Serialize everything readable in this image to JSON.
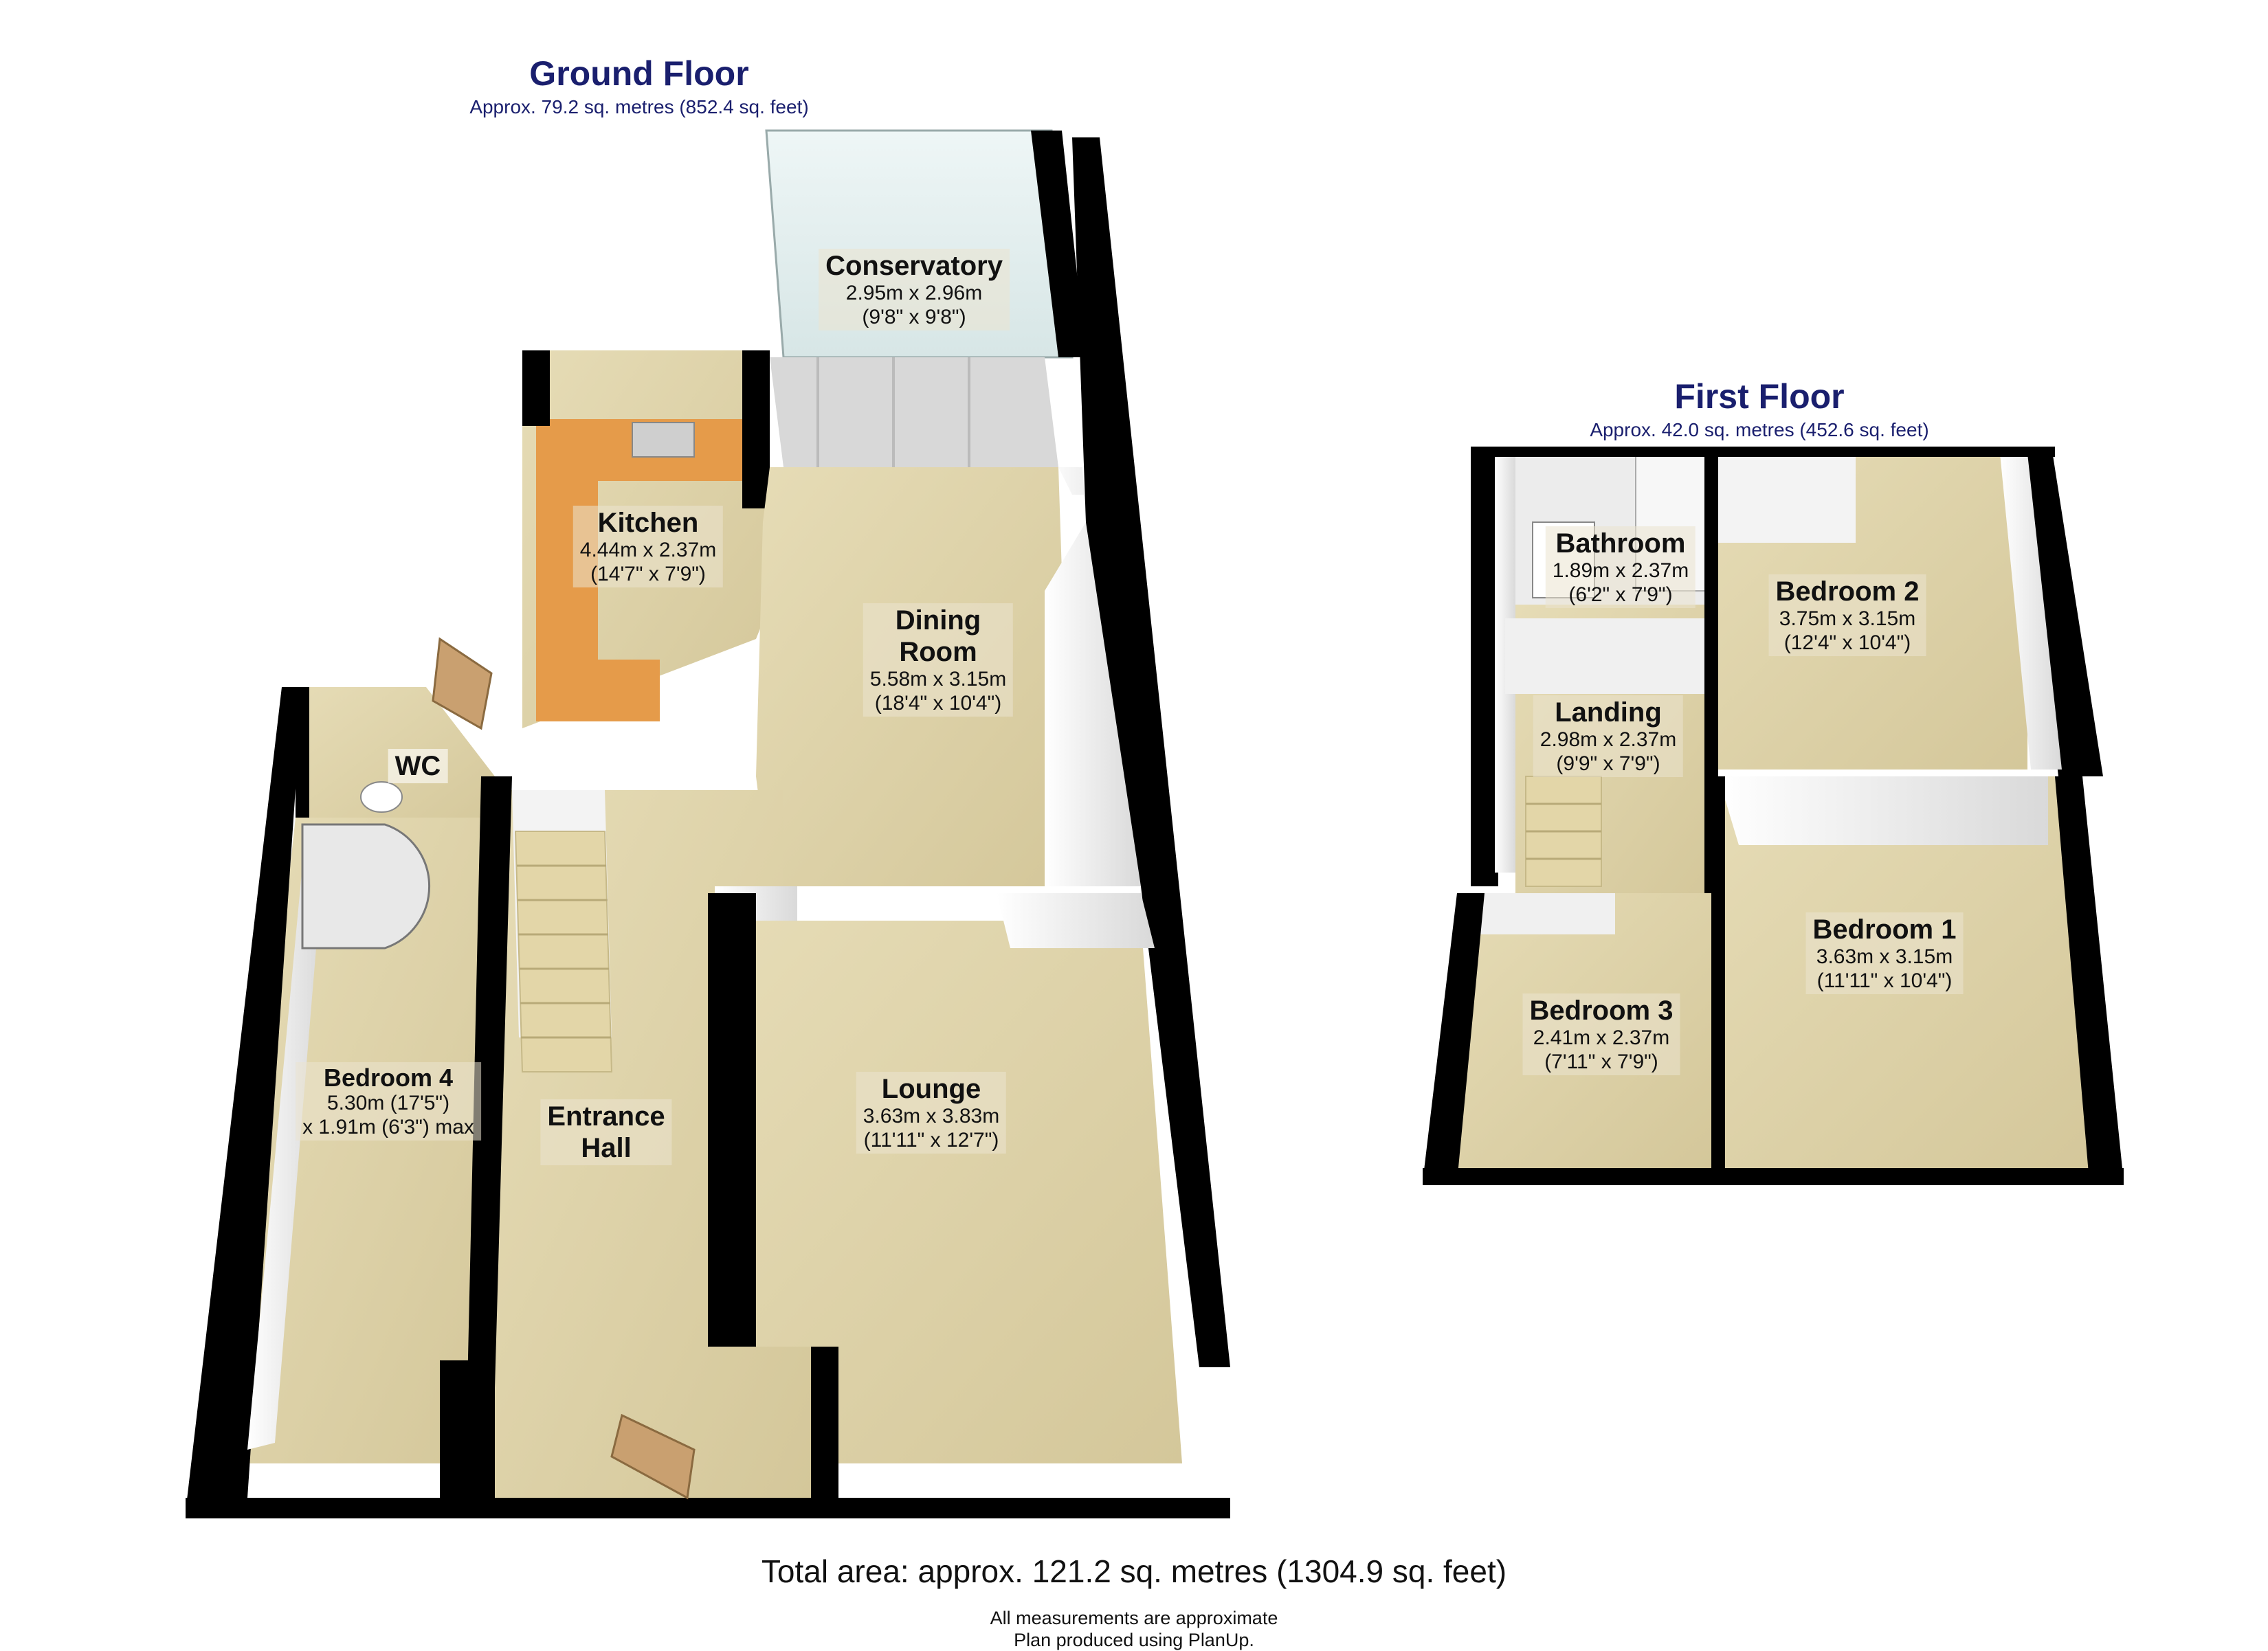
{
  "ground_floor": {
    "title": "Ground Floor",
    "area": "Approx. 79.2 sq. metres (852.4 sq. feet)",
    "rooms": [
      {
        "name": "Conservatory",
        "dim1": "2.95m x 2.96m",
        "dim2": "(9'8\" x 9'8\")"
      },
      {
        "name": "Kitchen",
        "dim1": "4.44m x 2.37m",
        "dim2": "(14'7\" x 7'9\")"
      },
      {
        "name": "Dining",
        "name2": "Room",
        "dim1": "5.58m x 3.15m",
        "dim2": "(18'4\" x 10'4\")"
      },
      {
        "name": "WC"
      },
      {
        "name": "Bedroom 4",
        "dim1": "5.30m (17'5\")",
        "dim2": "x 1.91m (6'3\") max"
      },
      {
        "name": "Entrance",
        "name2": "Hall"
      },
      {
        "name": "Lounge",
        "dim1": "3.63m x 3.83m",
        "dim2": "(11'11\" x 12'7\")"
      }
    ]
  },
  "first_floor": {
    "title": "First Floor",
    "area": "Approx. 42.0 sq. metres (452.6 sq. feet)",
    "rooms": [
      {
        "name": "Bathroom",
        "dim1": "1.89m x 2.37m",
        "dim2": "(6'2\" x 7'9\")"
      },
      {
        "name": "Bedroom 2",
        "dim1": "3.75m x 3.15m",
        "dim2": "(12'4\" x 10'4\")"
      },
      {
        "name": "Landing",
        "dim1": "2.98m x 2.37m",
        "dim2": "(9'9\" x 7'9\")"
      },
      {
        "name": "Bedroom 1",
        "dim1": "3.63m x 3.15m",
        "dim2": "(11'11\" x 10'4\")"
      },
      {
        "name": "Bedroom 3",
        "dim1": "2.41m x 2.37m",
        "dim2": "(7'11\" x 7'9\")"
      }
    ]
  },
  "footer": {
    "total": "Total area: approx. 121.2 sq. metres (1304.9 sq. feet)",
    "note1": "All measurements are approximate",
    "note2": "Plan produced using PlanUp."
  },
  "colors": {
    "floor": "#ddd2a8",
    "wall": "#000000",
    "inner_wall": "#f4f4f4",
    "kitchen_counter": "#e59b4a",
    "door": "#c9a070",
    "title": "#1a1f6e"
  }
}
